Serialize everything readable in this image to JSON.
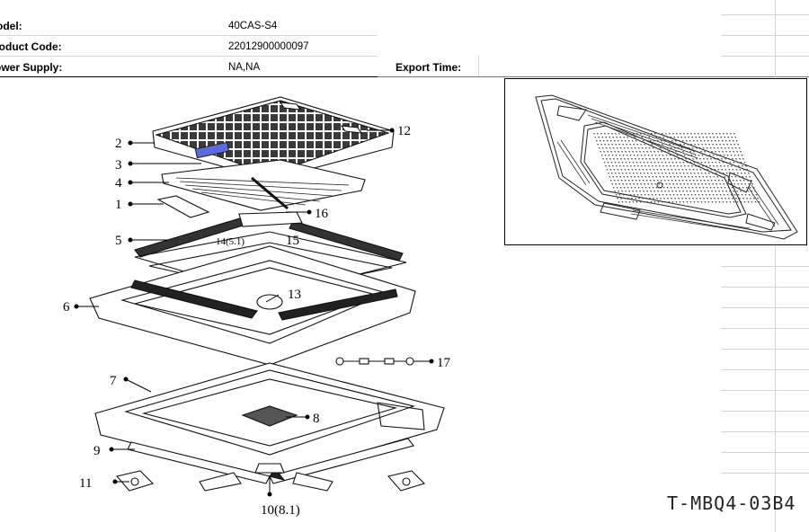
{
  "header": {
    "rows": [
      {
        "label": "Model:",
        "value": "40CAS-S4"
      },
      {
        "label": "Product Code:",
        "value": "22012900000097"
      },
      {
        "label": "Power Supply:",
        "value": "NA,NA"
      }
    ],
    "export_label": "Export Time:",
    "export_value": ""
  },
  "diagram": {
    "callouts": [
      {
        "id": "2",
        "label": "2"
      },
      {
        "id": "3",
        "label": "3"
      },
      {
        "id": "4",
        "label": "4"
      },
      {
        "id": "1",
        "label": "1"
      },
      {
        "id": "5",
        "label": "5"
      },
      {
        "id": "6",
        "label": "6"
      },
      {
        "id": "7",
        "label": "7"
      },
      {
        "id": "9",
        "label": "9"
      },
      {
        "id": "11",
        "label": "11"
      },
      {
        "id": "12",
        "label": "12"
      },
      {
        "id": "16",
        "label": "16"
      },
      {
        "id": "15",
        "label": "15"
      },
      {
        "id": "14",
        "label": "14(5.1)"
      },
      {
        "id": "13",
        "label": "13"
      },
      {
        "id": "17",
        "label": "17"
      },
      {
        "id": "8",
        "label": "8"
      },
      {
        "id": "10",
        "label": "10(8.1)"
      }
    ]
  },
  "model_code": "T-MBQ4-03B4"
}
